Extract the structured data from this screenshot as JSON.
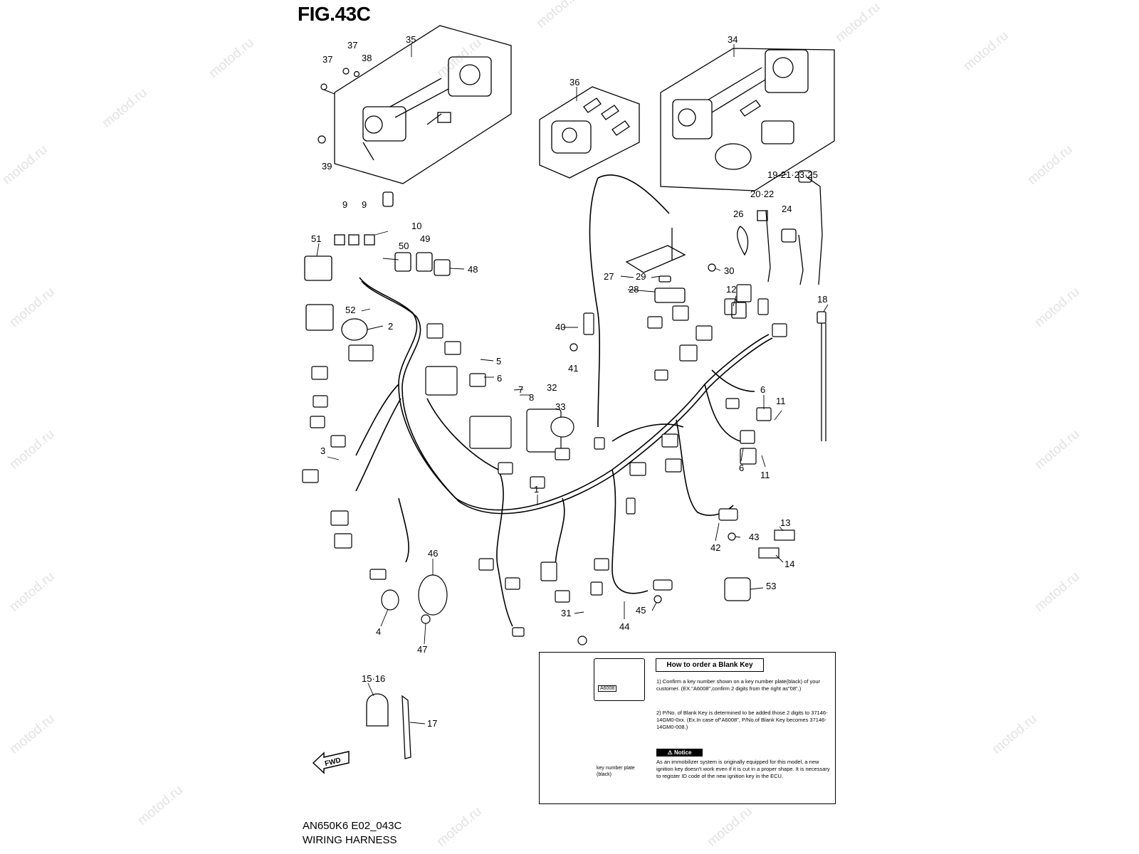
{
  "figure_title": "FIG.43C",
  "model_code": "AN650K6 E02_043C",
  "figure_name": "WIRING HARNESS",
  "watermark": "motod.ru",
  "fwd_label": "FWD",
  "callouts": {
    "c35": "35",
    "c37a": "37",
    "c37b": "37",
    "c38": "38",
    "c39": "39",
    "c36": "36",
    "c34": "34",
    "c19": "19·21·23·25",
    "c20": "20·22",
    "c26": "26",
    "c24": "24",
    "c9a": "9",
    "c9b": "9",
    "c10": "10",
    "c51": "51",
    "c50": "50",
    "c49": "49",
    "c48": "48",
    "c52": "52",
    "c2": "2",
    "c27": "27",
    "c29": "29",
    "c28": "28",
    "c30": "30",
    "c12": "12",
    "c18": "18",
    "c40": "40",
    "c41": "41",
    "c5": "5",
    "c6a": "6",
    "c7": "7",
    "c8": "8",
    "c32": "32",
    "c33": "33",
    "c6b": "6",
    "c11a": "11",
    "c6c": "6",
    "c11b": "11",
    "c3": "3",
    "c1": "1",
    "c42": "42",
    "c43": "43",
    "c13": "13",
    "c14": "14",
    "c53": "53",
    "c46": "46",
    "c4": "4",
    "c47": "47",
    "c31": "31",
    "c44": "44",
    "c45": "45",
    "c15": "15·16",
    "c17": "17"
  },
  "panel": {
    "heading": "How to order a Blank Key",
    "step1": "1) Confirm a key number shown on a key number plate(black) of your customer. (EX.\"A6008\",confirm 2 digits from the right as\"08\".)",
    "step2": "2) P/No. of Blank Key is determined to be added those 2 digits to 37146-14GM0-0xx. (Ex.In case of\"A6008\", P/No.of Blank Key becomes 37146-14GM0-008.)",
    "notice_label": "⚠ Notice",
    "notice_text": "As an immobilizer system is originally equipped for this model, a new ignition key doesn't work even if it is cut in a proper shape. It is necessary to register ID code of the new ignition key in the ECU.",
    "keyplate_code": "A6008",
    "keyplate_caption": "key number plate (black)"
  }
}
